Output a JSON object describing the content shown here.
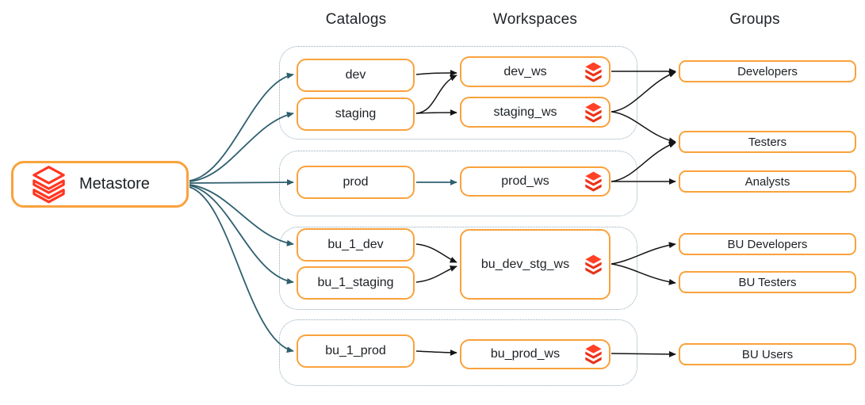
{
  "headers": {
    "catalogs": "Catalogs",
    "workspaces": "Workspaces",
    "groups": "Groups"
  },
  "metastore": {
    "label": "Metastore",
    "icon": "databricks-outline-logo"
  },
  "catalogs": [
    "dev",
    "staging",
    "prod",
    "bu_1_dev",
    "bu_1_staging",
    "bu_1_prod"
  ],
  "workspaces": [
    "dev_ws",
    "staging_ws",
    "prod_ws",
    "bu_dev_stg_ws",
    "bu_prod_ws"
  ],
  "workspace_icon": "databricks-logo",
  "groups": [
    "Developers",
    "Testers",
    "Analysts",
    "BU Developers",
    "BU Testers",
    "BU Users"
  ],
  "edges": {
    "metastore_to_catalogs": [
      "dev",
      "staging",
      "prod",
      "bu_1_dev",
      "bu_1_staging",
      "bu_1_prod"
    ],
    "catalog_to_workspace": [
      [
        "dev",
        "dev_ws"
      ],
      [
        "staging",
        "dev_ws"
      ],
      [
        "staging",
        "staging_ws"
      ],
      [
        "prod",
        "prod_ws"
      ],
      [
        "bu_1_dev",
        "bu_dev_stg_ws"
      ],
      [
        "bu_1_staging",
        "bu_dev_stg_ws"
      ],
      [
        "bu_1_prod",
        "bu_prod_ws"
      ]
    ],
    "workspace_to_group": [
      [
        "dev_ws",
        "Developers"
      ],
      [
        "staging_ws",
        "Developers"
      ],
      [
        "staging_ws",
        "Testers"
      ],
      [
        "prod_ws",
        "Testers"
      ],
      [
        "prod_ws",
        "Analysts"
      ],
      [
        "bu_dev_stg_ws",
        "BU Developers"
      ],
      [
        "bu_dev_stg_ws",
        "BU Testers"
      ],
      [
        "bu_prod_ws",
        "BU Users"
      ]
    ]
  },
  "colors": {
    "node_border": "#F9A23C",
    "databricks_red": "#FF3621",
    "metastore_arrows": "#2E5F6E",
    "flow_arrows": "#111111",
    "cluster_border": "#8FA9B8",
    "text": "#1C1F23",
    "background": "#FFFFFF"
  }
}
